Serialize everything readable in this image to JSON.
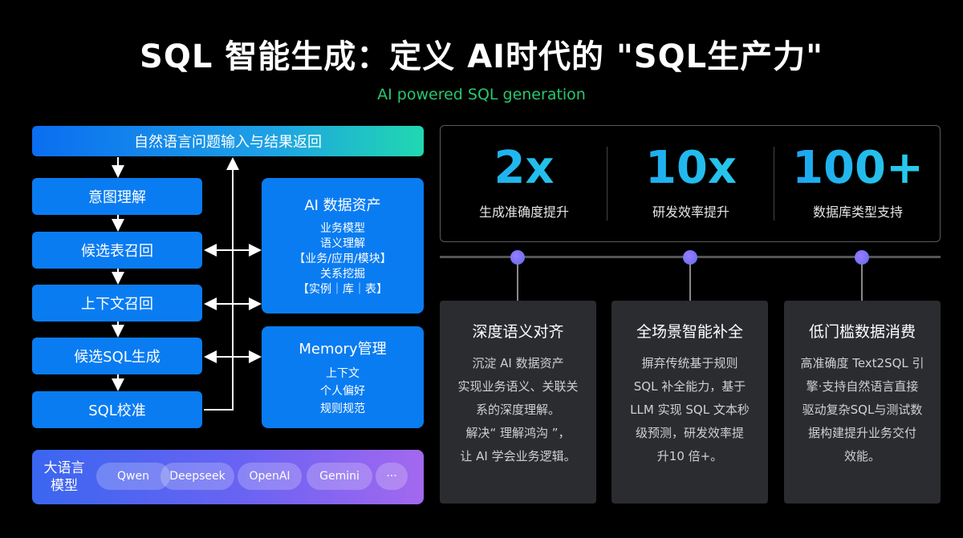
{
  "title": "SQL 智能生成：定义 AI时代的 \"SQL生产力\"",
  "subtitle": "AI powered SQL generation",
  "flow": {
    "top": "自然语言问题输入与结果返回",
    "steps": [
      "意图理解",
      "候选表召回",
      "上下文召回",
      "候选SQL生成",
      "SQL校准"
    ],
    "ai_assets": {
      "title": "AI 数据资产",
      "lines": [
        "业务模型",
        "语义理解",
        "【业务/应用/模块】",
        "关系挖掘",
        "【实例｜库｜表】"
      ]
    },
    "memory": {
      "title": "Memory管理",
      "lines": [
        "上下文",
        "个人偏好",
        "规则规范"
      ]
    },
    "llm": {
      "label": "大语言模型",
      "label_lines": [
        "大语言",
        "模型"
      ],
      "models": [
        "Qwen",
        "Deepseek",
        "OpenAI",
        "Gemini",
        "···"
      ]
    }
  },
  "stats": [
    {
      "value": "2x",
      "label": "生成准确度提升"
    },
    {
      "value": "10x",
      "label": "研发效率提升"
    },
    {
      "value": "100+",
      "label": "数据库类型支持"
    }
  ],
  "cards": [
    {
      "title": "深度语义对齐",
      "lines": [
        "沉淀 AI 数据资产",
        "实现业务语义、关联关",
        "系的深度理解。",
        "解决“ 理解鸿沟 ”，",
        "让 AI 学会业务逻辑。"
      ]
    },
    {
      "title": "全场景智能补全",
      "lines": [
        "摒弃传统基于规则",
        "SQL 补全能力，基于",
        "LLM 实现 SQL 文本秒",
        "级预测，研发效率提",
        "升10 倍+。"
      ]
    },
    {
      "title": "低门槛数据消费",
      "lines": [
        "高准确度 Text2SQL 引",
        "擎·支持自然语言直接",
        "驱动复杂SQL与测试数",
        "据构建提升业务交付",
        "效能。"
      ]
    }
  ],
  "colors": {
    "accent_blue": "#0a7cf2",
    "accent_green": "#28c76f",
    "stat_cyan": "#18b4f0",
    "card_bg": "#2b2c30"
  }
}
